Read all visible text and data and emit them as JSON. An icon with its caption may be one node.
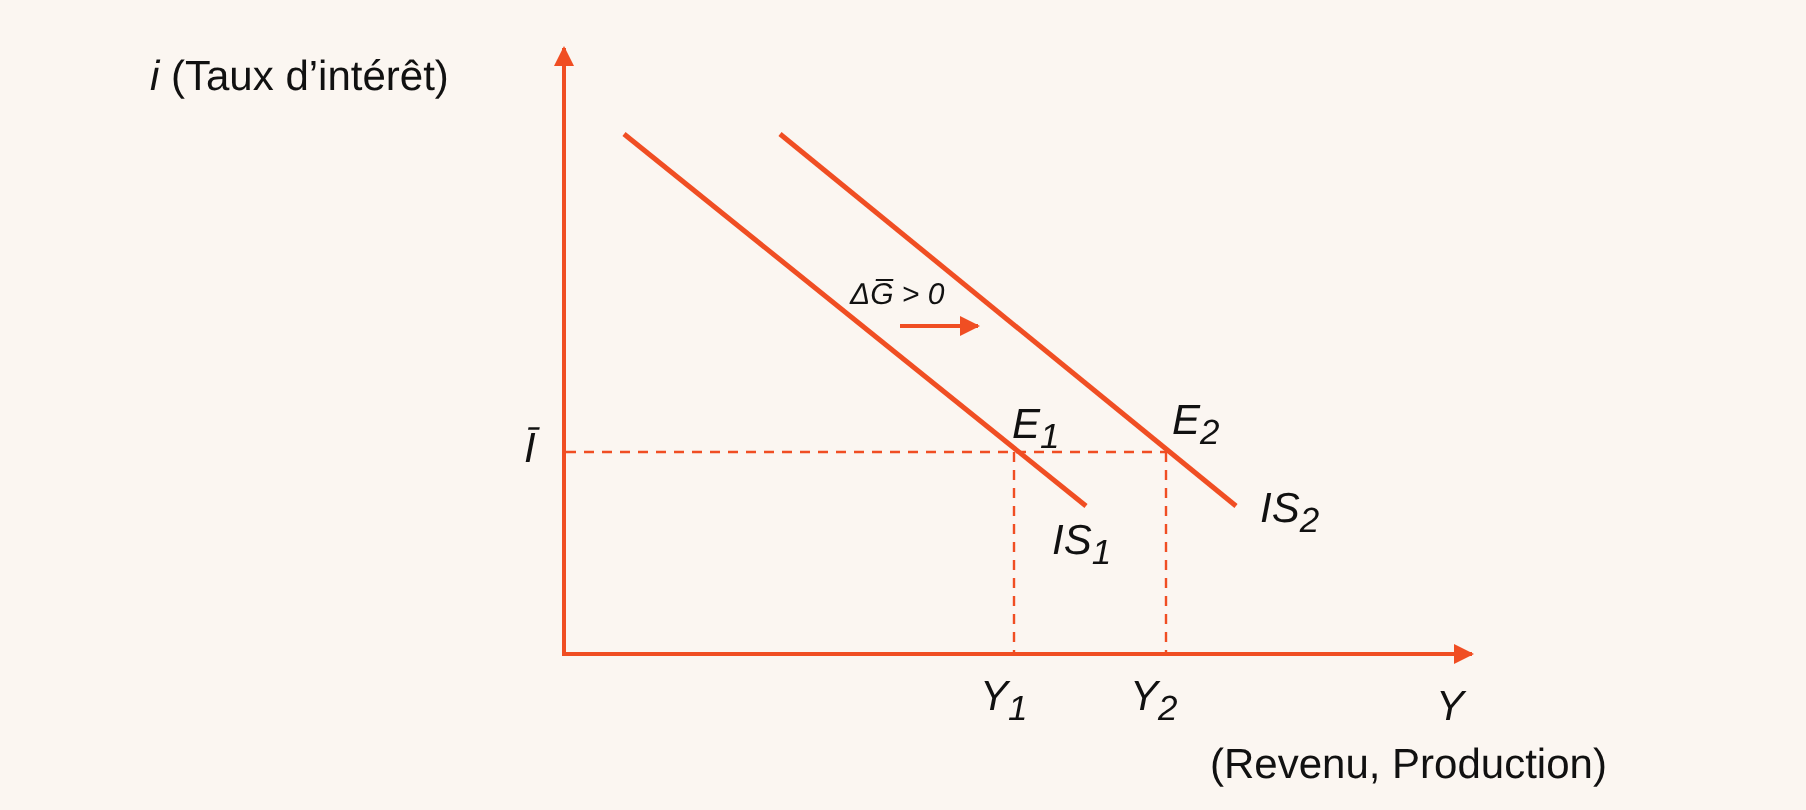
{
  "diagram": {
    "labels": [
      "*i* (Taux d’intérêt)",
      "ΔG̅ > 0",
      "Ī",
      "E$_{1}$",
      "E$_{2}$",
      "IS$_{1}$",
      "IS$_{2}$",
      "Y$_{1}$",
      "Y$_{2}$",
      "Y",
      "(Revenu, Production)"
    ]
  }
}
